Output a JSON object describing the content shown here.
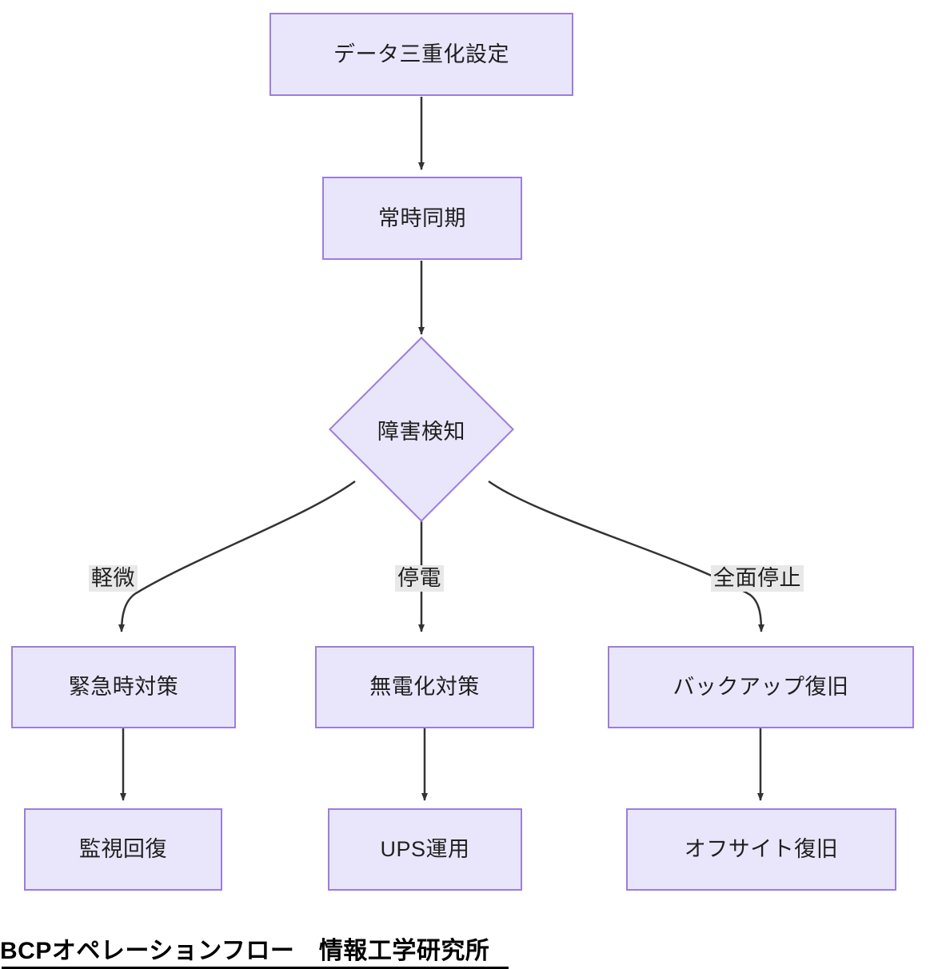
{
  "diagram": {
    "type": "flowchart",
    "direction": "top-down",
    "caption": "BCPオペレーションフロー　情報工学研究所",
    "colors": {
      "node_fill": "#e9e6fb",
      "node_border": "#9d7ddb",
      "edge_stroke": "#333333",
      "edge_label_bg": "#e8e8e8",
      "text": "#1f1f1f",
      "background": "#ffffff"
    },
    "nodes": [
      {
        "id": "n1",
        "label": "データ三重化設定",
        "shape": "rect"
      },
      {
        "id": "n2",
        "label": "常時同期",
        "shape": "rect"
      },
      {
        "id": "n3",
        "label": "障害検知",
        "shape": "diamond"
      },
      {
        "id": "n4",
        "label": "緊急時対策",
        "shape": "rect"
      },
      {
        "id": "n5",
        "label": "無電化対策",
        "shape": "rect"
      },
      {
        "id": "n6",
        "label": "バックアップ復旧",
        "shape": "rect"
      },
      {
        "id": "n7",
        "label": "監視回復",
        "shape": "rect"
      },
      {
        "id": "n8",
        "label": "UPS運用",
        "shape": "rect"
      },
      {
        "id": "n9",
        "label": "オフサイト復旧",
        "shape": "rect"
      }
    ],
    "edges": [
      {
        "from": "n1",
        "to": "n2",
        "label": ""
      },
      {
        "from": "n2",
        "to": "n3",
        "label": ""
      },
      {
        "from": "n3",
        "to": "n4",
        "label": "軽微"
      },
      {
        "from": "n3",
        "to": "n5",
        "label": "停電"
      },
      {
        "from": "n3",
        "to": "n6",
        "label": "全面停止"
      },
      {
        "from": "n4",
        "to": "n7",
        "label": ""
      },
      {
        "from": "n5",
        "to": "n8",
        "label": ""
      },
      {
        "from": "n6",
        "to": "n9",
        "label": ""
      }
    ],
    "edge_labels": {
      "minor": "軽微",
      "outage": "停電",
      "full_stop": "全面停止"
    }
  }
}
